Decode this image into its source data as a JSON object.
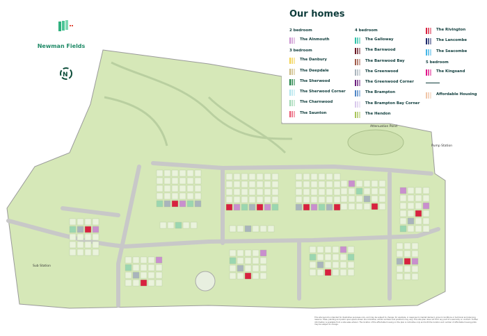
{
  "brand": {
    "name": "Newman Fields",
    "logo_icon": "houses-logo-icon",
    "compass_icon": "north-compass-icon"
  },
  "legend": {
    "title": "Our homes",
    "columns": [
      [
        {
          "heading": "2 bedroom"
        },
        {
          "label": "The Alnmouth",
          "color": "#c98fce"
        },
        {
          "heading": "3 bedroom"
        },
        {
          "label": "The Danbury",
          "color": "#f2d04a"
        },
        {
          "label": "The Deepdale",
          "color": "#c8b57a"
        },
        {
          "label": "The Sherwood",
          "color": "#137a3a"
        },
        {
          "label": "The Sherwood Corner",
          "color": "#aee3ec"
        },
        {
          "label": "The Charnwood",
          "color": "#9bd6b0"
        },
        {
          "label": "The Saunton",
          "color": "#e8506a"
        }
      ],
      [
        {
          "heading": "4 bedroom"
        },
        {
          "label": "The Galloway",
          "color": "#2dbfa6"
        },
        {
          "label": "The Barnwood",
          "color": "#6b1a25"
        },
        {
          "label": "The Barnwood Bay",
          "color": "#a05a48"
        },
        {
          "label": "The Greenwood",
          "color": "#a9b4bc"
        },
        {
          "label": "The Greenwood Corner",
          "color": "#6b1f7e"
        },
        {
          "label": "The Brampton",
          "color": "#4f86c6"
        },
        {
          "label": "The Brampton Bay Corner",
          "color": "#d9c9ec"
        },
        {
          "label": "The Hendon",
          "color": "#a8c45a"
        }
      ],
      [
        {
          "label": "The Rivington",
          "color": "#d8213f"
        },
        {
          "label": "The Lancombe",
          "color": "#1e2a6b"
        },
        {
          "label": "The Seacombe",
          "color": "#45b6e6"
        },
        {
          "heading": "5 bedroom"
        },
        {
          "label": "The Kingsand",
          "color": "#e0168a"
        },
        {
          "divider": true
        },
        {
          "label": "Affordable Housing",
          "color": "#f0c6a8"
        }
      ]
    ]
  },
  "map": {
    "labels": {
      "attenuation_pond": "Attenuation Pond",
      "pump_station": "Pump Station",
      "sub_station": "Sub Station"
    },
    "colors": {
      "open_space": "#d6e8b8",
      "plot": "#eaf3dc",
      "road": "#c8c8c8",
      "boundary": "#9a9a9a"
    }
  },
  "disclaimer": "This site layout is intended for illustrative purposes only, and may be subject to change; for example, in response to market demand, ground conditions or technical and planning reasons. Trees, planting and public open space shown are indicative; actual numbers and positions may vary. This site plan does not form any part of a warranty or contract. Further information is available from a site sales advisor. The location of the affordable housing on the plan is indicative only and both the location and number of affordable housing plots may be subject to change."
}
